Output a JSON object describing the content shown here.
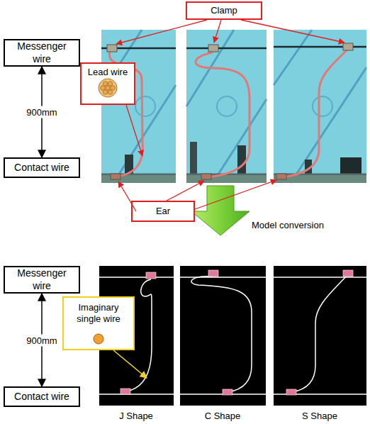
{
  "diagram": {
    "nodes": [
      {
        "text": [
          "Messenger wire"
        ]
      },
      {
        "text": [
          "Clamp"
        ]
      },
      {
        "text": [
          "Lead wire"
        ]
      },
      {
        "text": [
          "Contact wire"
        ]
      },
      {
        "text": [
          "Ear"
        ]
      },
      {
        "text": [
          "Messenger wire"
        ]
      },
      {
        "text": [
          "Imaginary single wire"
        ]
      },
      {
        "text": [
          "Contact wire"
        ]
      }
    ],
    "edges": [
      {
        "from": 0,
        "to": 3,
        "label": "900mm",
        "arrow": "both"
      },
      {
        "from": 5,
        "to": 7,
        "label": "900mm",
        "arrow": "both"
      }
    ],
    "labels": [
      "Model conversion",
      "J Shape",
      "C Shape",
      "S Shape"
    ]
  }
}
